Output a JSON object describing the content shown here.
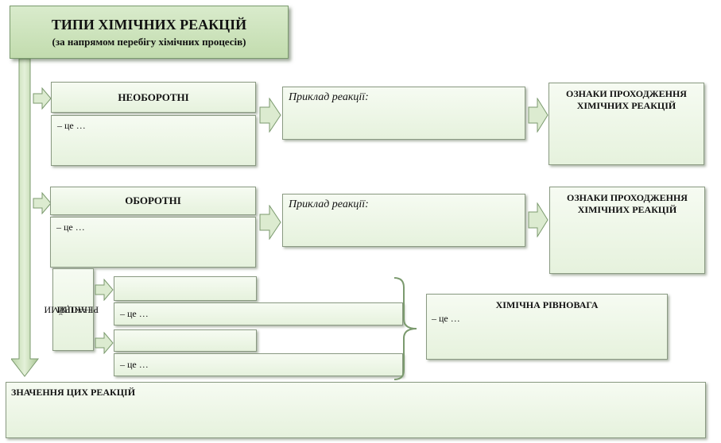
{
  "title": {
    "main": "ТИПИ ХІМІЧНИХ РЕАКЦІЙ",
    "sub": "(за напрямом перебігу хімічних процесів)"
  },
  "irreversible": {
    "label": "НЕОБОРОТНІ",
    "definition": "– це …",
    "example": "Приклад реакції:",
    "signs": "ОЗНАКИ ПРОХОДЖЕННЯ ХІМІЧНИХ РЕАКЦІЙ"
  },
  "reversible": {
    "label": "ОБОРОТНІ",
    "definition": "– це …",
    "example": "Приклад реакції:",
    "signs": "ОЗНАКИ ПРОХОДЖЕННЯ ХІМІЧНИХ РЕАКЦІЙ"
  },
  "directions": {
    "label_line1": "НАПРЯМИ",
    "label_line2": "РЕАКЦІЙ",
    "first_definition": "– це …",
    "second_definition": "– це …"
  },
  "equilibrium": {
    "label": "ХІМІЧНА РІВНОВАГА",
    "definition": "– це …"
  },
  "significance": {
    "label": "ЗНАЧЕННЯ ЦИХ РЕАКЦІЙ"
  },
  "colors": {
    "box_fill": "#e6f2dd",
    "title_fill": "#c2dcae",
    "border": "#8a9a82",
    "arrow_fill": "#dcebd0"
  }
}
